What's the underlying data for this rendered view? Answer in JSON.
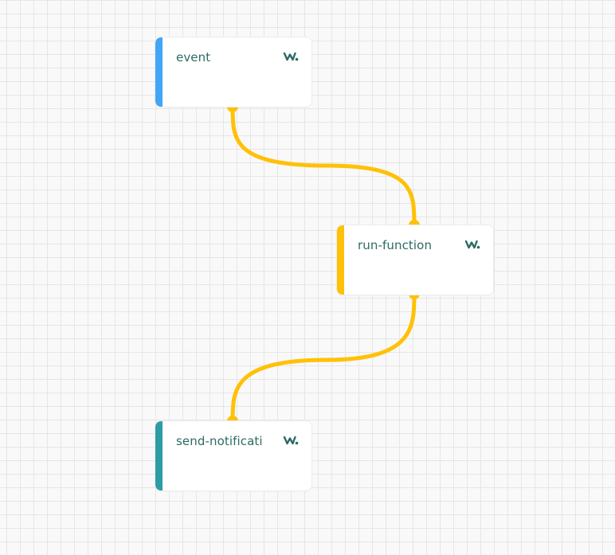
{
  "colors": {
    "edge": "#ffc107",
    "event_accent": "#42a5f5",
    "run_accent": "#ffc107",
    "send_accent": "#2e9ca6",
    "node_title": "#2c6b63",
    "logo": "#2c6b63"
  },
  "nodes": [
    {
      "id": "event",
      "label": "event",
      "icon": "w-logo-icon"
    },
    {
      "id": "run",
      "label": "run-function",
      "icon": "w-logo-icon"
    },
    {
      "id": "send",
      "label": "send-notificati",
      "icon": "w-logo-icon"
    }
  ],
  "edges": [
    {
      "from": "event",
      "to": "run"
    },
    {
      "from": "run",
      "to": "send"
    }
  ]
}
